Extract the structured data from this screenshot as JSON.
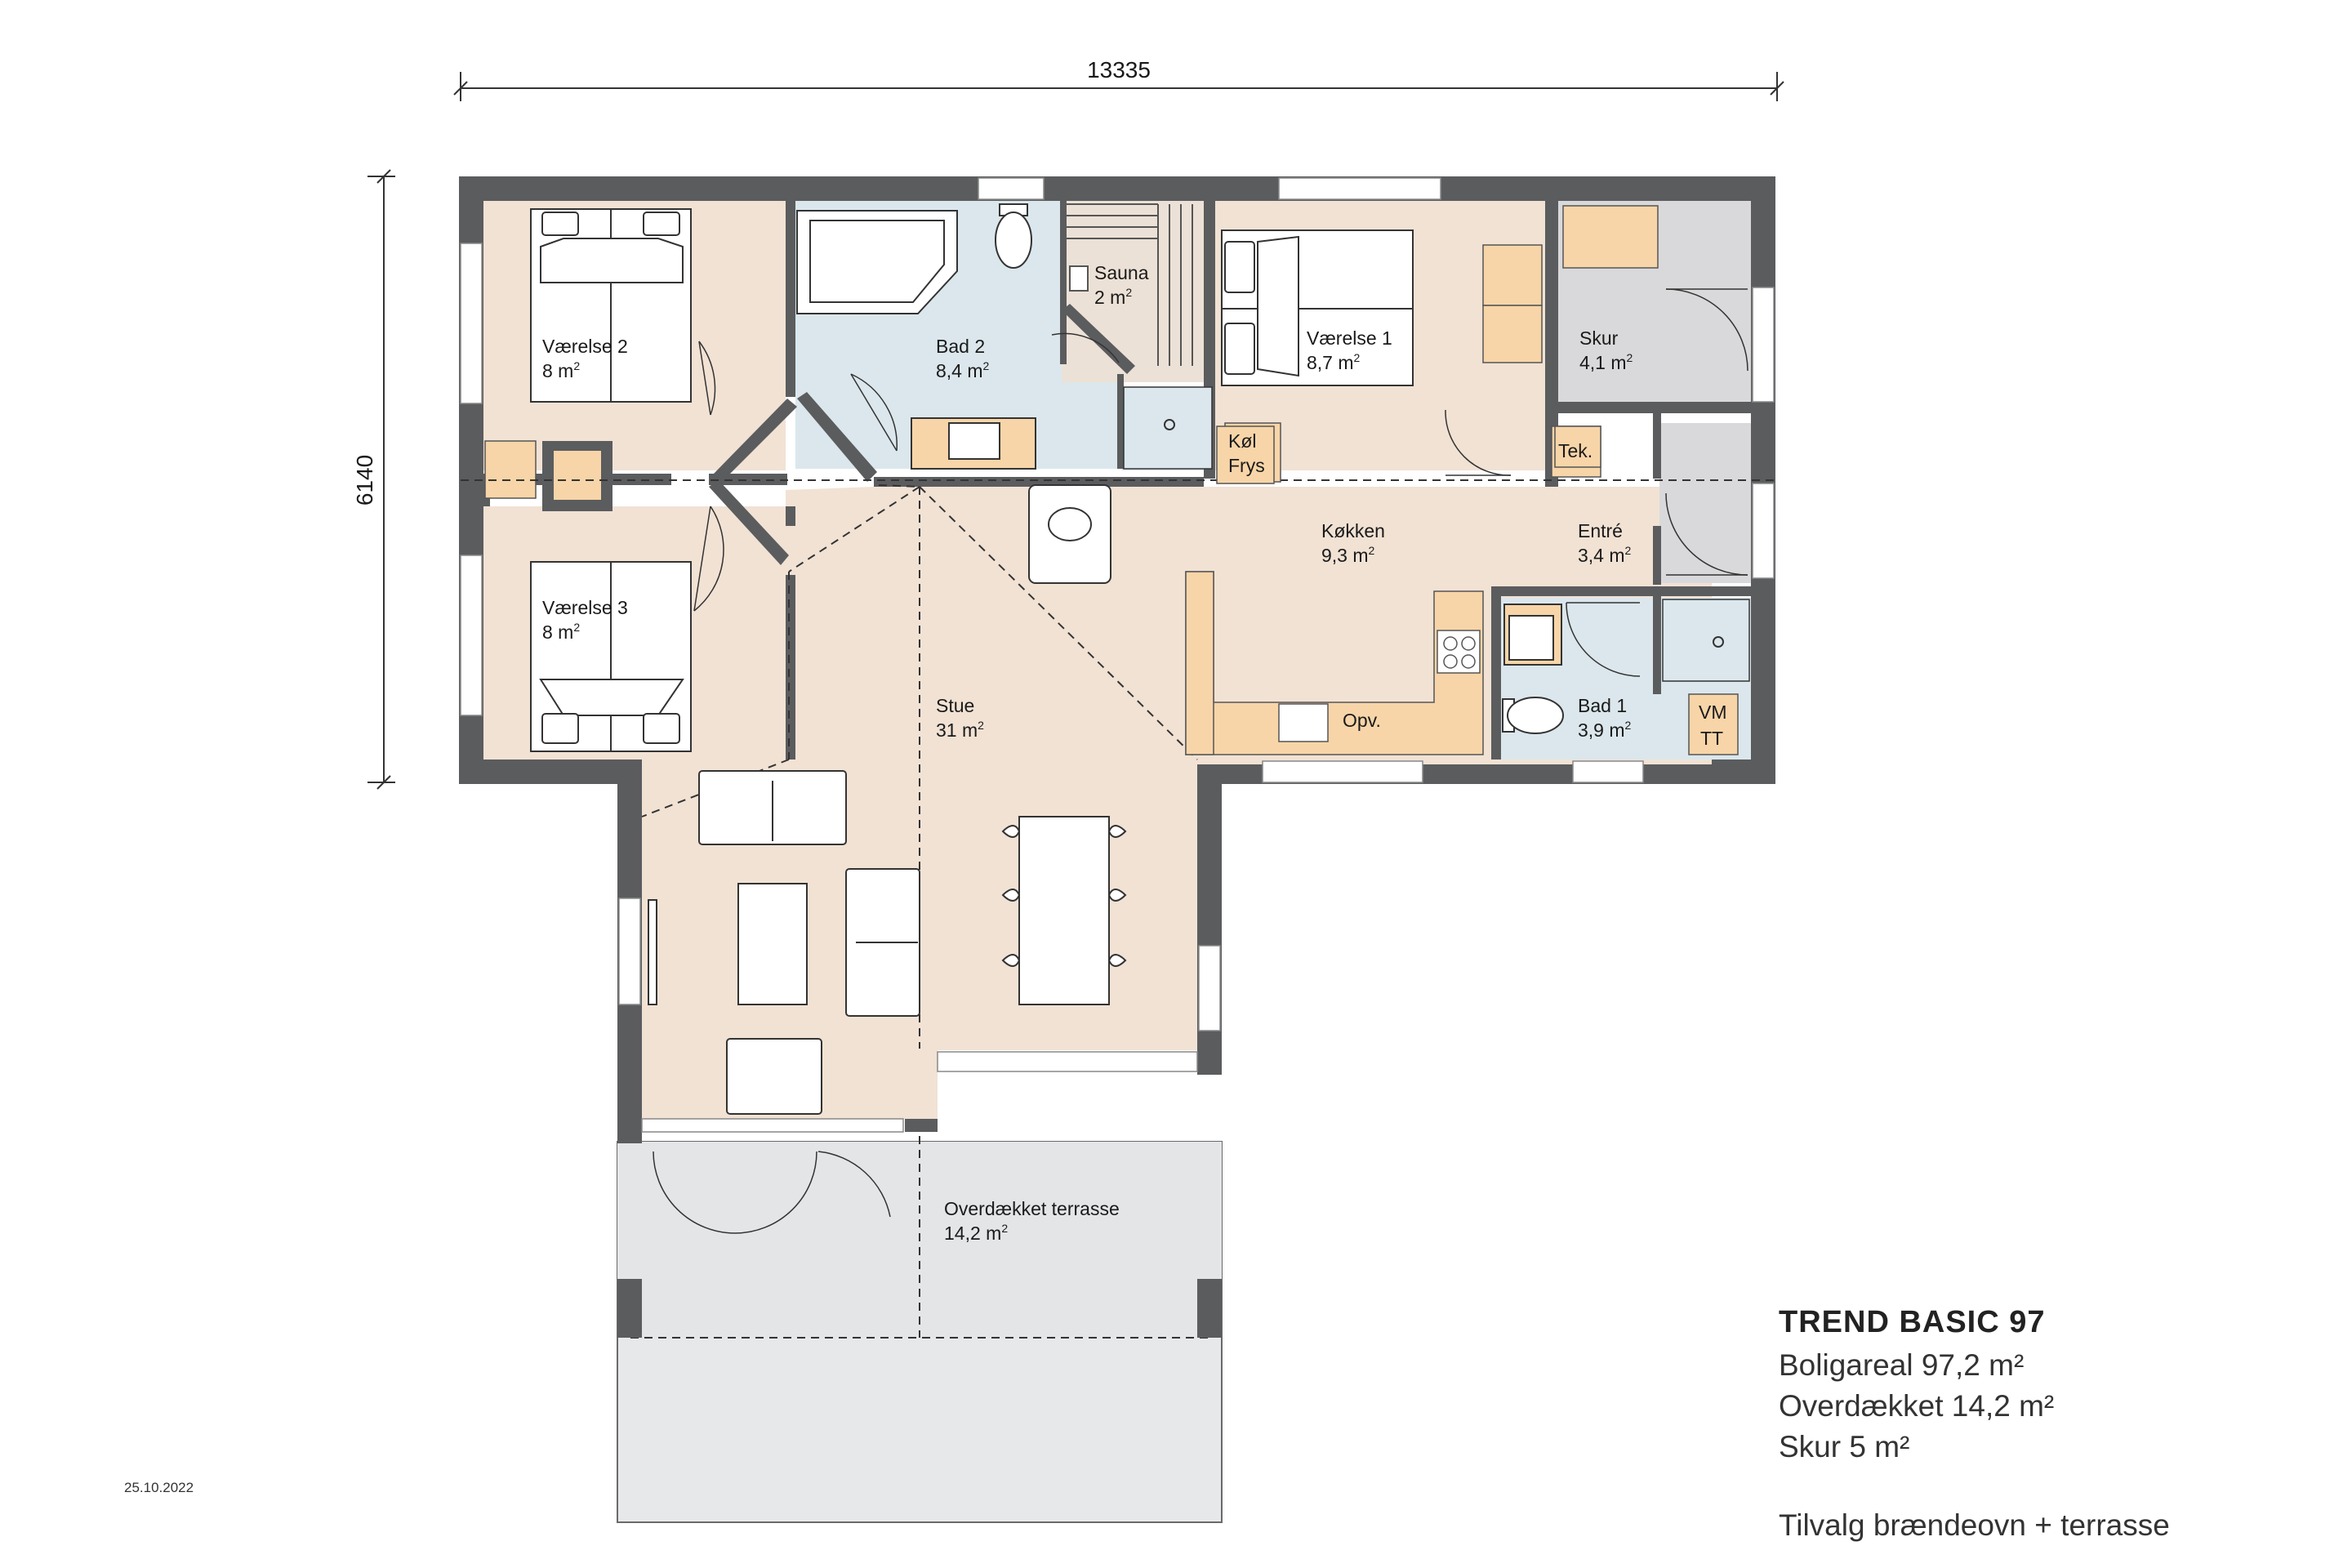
{
  "dimensions": {
    "width_label": "13335",
    "depth_label": "6140"
  },
  "rooms": {
    "vaerelse2": {
      "name": "Værelse 2",
      "area": "8 m",
      "sup": "2"
    },
    "vaerelse3": {
      "name": "Værelse 3",
      "area": "8 m",
      "sup": "2"
    },
    "bad2": {
      "name": "Bad 2",
      "area": "8,4 m",
      "sup": "2"
    },
    "sauna": {
      "name": "Sauna",
      "area": "2 m",
      "sup": "2"
    },
    "vaerelse1": {
      "name": "Værelse 1",
      "area": "8,7 m",
      "sup": "2"
    },
    "skur": {
      "name": "Skur",
      "area": "4,1 m",
      "sup": "2"
    },
    "koekken": {
      "name": "Køkken",
      "area": "9,3 m",
      "sup": "2"
    },
    "entre": {
      "name": "Entré",
      "area": "3,4 m",
      "sup": "2"
    },
    "stue": {
      "name": "Stue",
      "area": "31 m",
      "sup": "2"
    },
    "bad1": {
      "name": "Bad 1",
      "area": "3,9 m",
      "sup": "2"
    },
    "terrasse": {
      "name": "Overdækket terrasse",
      "area": "14,2 m",
      "sup": "2"
    }
  },
  "fixtures": {
    "kol": "Køl",
    "frys": "Frys",
    "tek": "Tek.",
    "opv": "Opv.",
    "vm": "VM",
    "tt": "TT"
  },
  "info": {
    "title": "TREND BASIC 97",
    "boligareal": "Boligareal 97,2 m²",
    "overdaekket": "Overdækket 14,2 m²",
    "skur": "Skur 5 m²",
    "tilvalg": "Tilvalg brændeovn + terrasse"
  },
  "date": "25.10.2022",
  "colors": {
    "wall": "#5b5c5e",
    "floor": "#f1e2d4",
    "bath": "#dbe7ec",
    "grey_floor": "#d9d9db",
    "terrace": "#e7e8e9",
    "wood": "#f7d5a8",
    "line": "#333333"
  }
}
